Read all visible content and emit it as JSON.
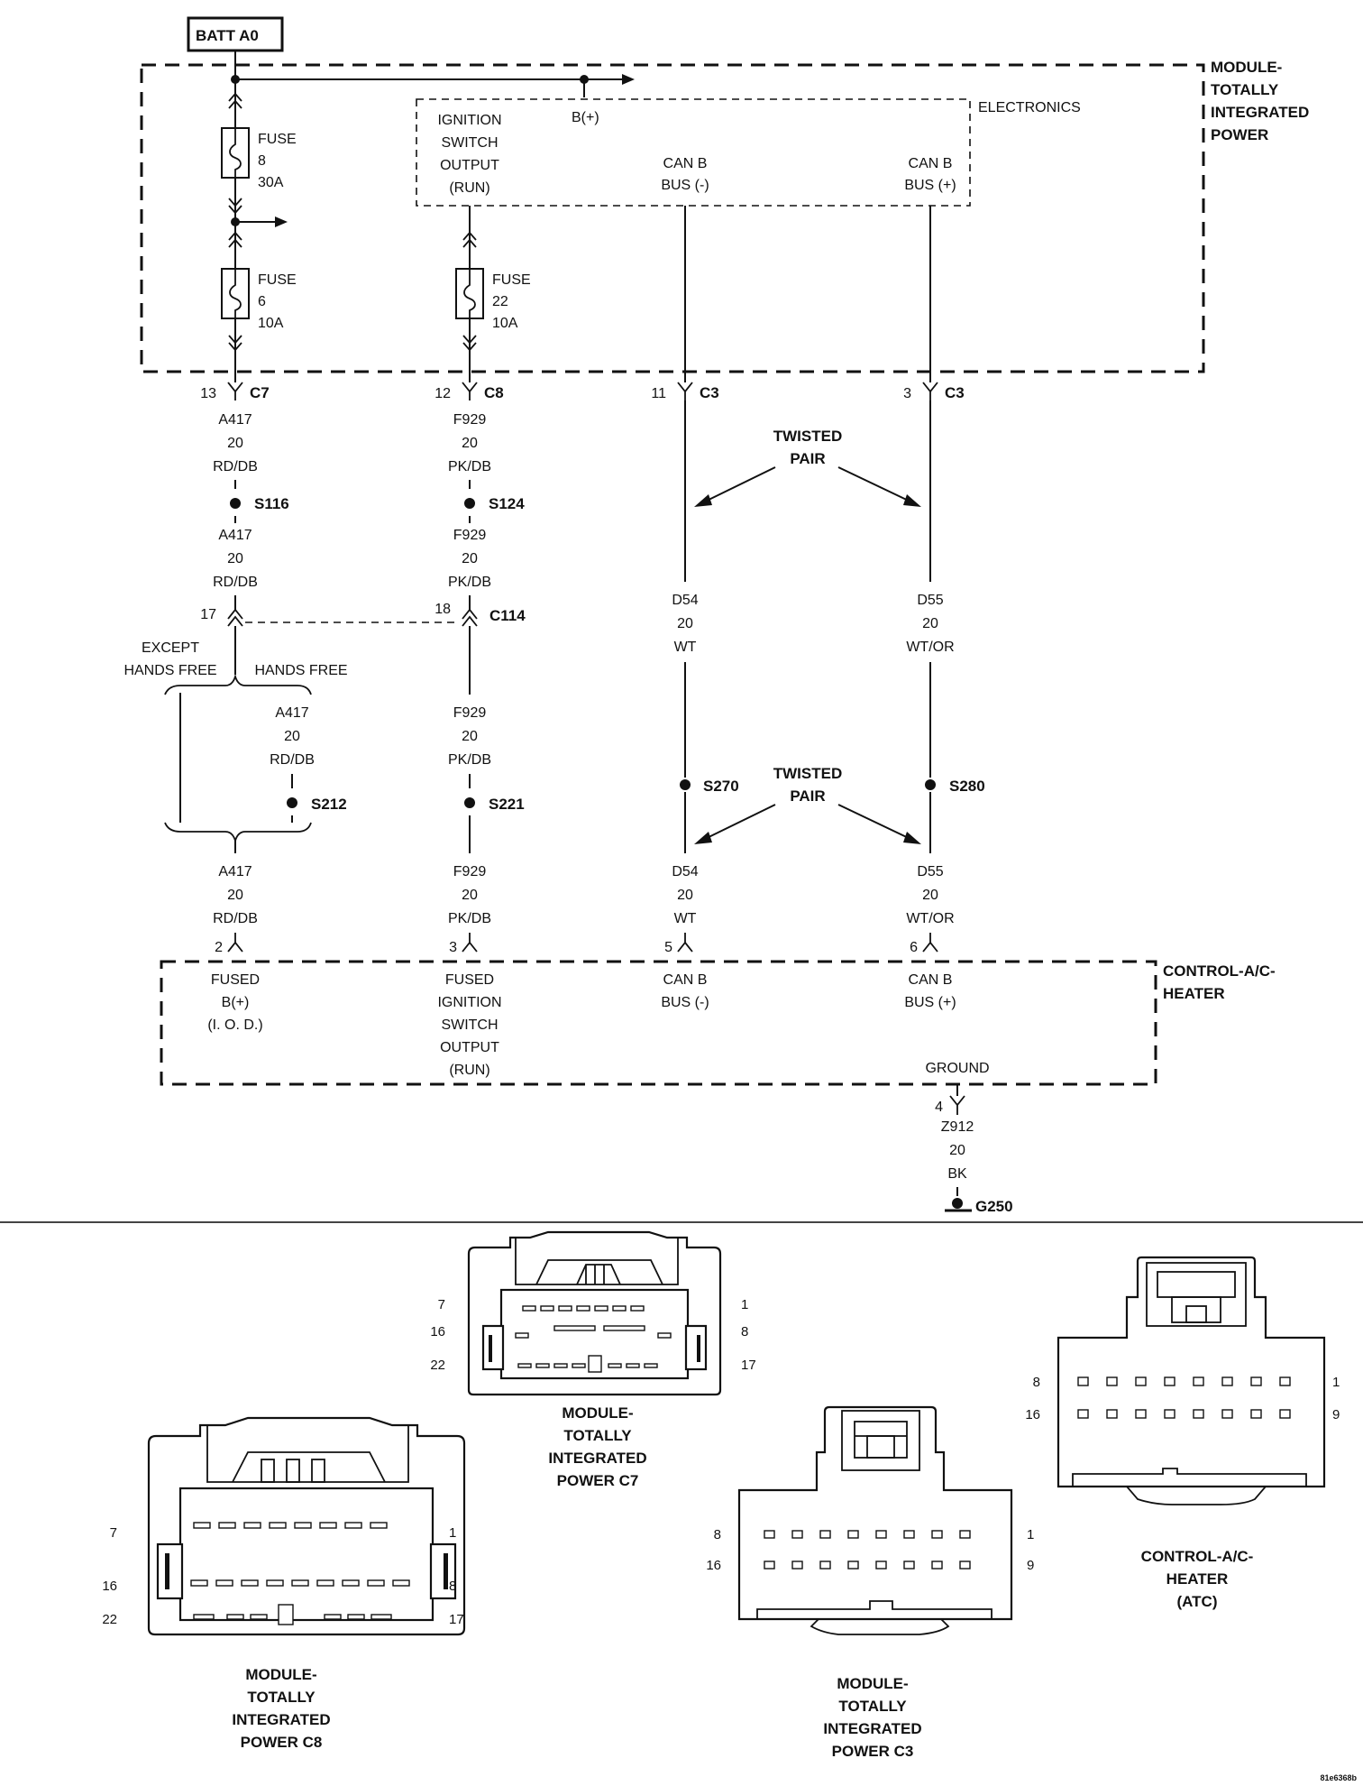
{
  "batt": "BATT A0",
  "modules": {
    "tipm": [
      "MODULE-",
      "TOTALLY",
      "INTEGRATED",
      "POWER"
    ],
    "electronics": "ELECTRONICS",
    "b_plus": "B(+)",
    "ign_out": [
      "IGNITION",
      "SWITCH",
      "OUTPUT",
      "(RUN)"
    ],
    "can_minus": [
      "CAN B",
      "BUS (-)"
    ],
    "can_plus": [
      "CAN B",
      "BUS (+)"
    ],
    "hvac": [
      "CONTROL-A/C-",
      "HEATER"
    ]
  },
  "fuses": {
    "f8": [
      "FUSE",
      "8",
      "30A"
    ],
    "f6": [
      "FUSE",
      "6",
      "10A"
    ],
    "f22": [
      "FUSE",
      "22",
      "10A"
    ]
  },
  "connectors": {
    "c7": {
      "pin": "13",
      "name": "C7"
    },
    "c8": {
      "pin": "12",
      "name": "C8"
    },
    "c3a": {
      "pin": "11",
      "name": "C3"
    },
    "c3b": {
      "pin": "3",
      "name": "C3"
    },
    "c114": {
      "pin_a": "17",
      "pin_b": "18",
      "name": "C114"
    }
  },
  "wires": {
    "a417": [
      "A417",
      "20",
      "RD/DB"
    ],
    "f929": [
      "F929",
      "20",
      "PK/DB"
    ],
    "d54": [
      "D54",
      "20",
      "WT"
    ],
    "d55": [
      "D55",
      "20",
      "WT/OR"
    ],
    "z912": [
      "Z912",
      "20",
      "BK"
    ]
  },
  "splices": {
    "s116": "S116",
    "s124": "S124",
    "s212": "S212",
    "s221": "S221",
    "s270": "S270",
    "s280": "S280"
  },
  "twisted_pair": [
    "TWISTED",
    "PAIR"
  ],
  "options": {
    "except": [
      "EXCEPT",
      "HANDS FREE"
    ],
    "hands_free": "HANDS FREE"
  },
  "hvac_pins": {
    "p2": "2",
    "p3": "3",
    "p5": "5",
    "p6": "6",
    "p4": "4",
    "fused_b": [
      "FUSED",
      "B(+)",
      "(I. O. D.)"
    ],
    "fused_ign": [
      "FUSED",
      "IGNITION",
      "SWITCH",
      "OUTPUT",
      "(RUN)"
    ],
    "can_minus": [
      "CAN B",
      "BUS (-)"
    ],
    "can_plus": [
      "CAN B",
      "BUS (+)"
    ],
    "ground": "GROUND"
  },
  "ground": "G250",
  "views": {
    "c7": {
      "caption": [
        "MODULE-",
        "TOTALLY",
        "INTEGRATED",
        "POWER C7"
      ],
      "pins": {
        "tl": "7",
        "ml": "16",
        "bl": "22",
        "tr": "1",
        "mr": "8",
        "br": "17"
      }
    },
    "c8": {
      "caption": [
        "MODULE-",
        "TOTALLY",
        "INTEGRATED",
        "POWER C8"
      ],
      "pins": {
        "tl": "7",
        "ml": "16",
        "bl": "22",
        "tr": "1",
        "mr": "8",
        "br": "17"
      }
    },
    "c3": {
      "caption": [
        "MODULE-",
        "TOTALLY",
        "INTEGRATED",
        "POWER C3"
      ],
      "pins": {
        "tl": "8",
        "bl": "16",
        "tr": "1",
        "br": "9"
      }
    },
    "atc": {
      "caption": [
        "CONTROL-A/C-",
        "HEATER",
        "(ATC)"
      ],
      "pins": {
        "tl": "8",
        "bl": "16",
        "tr": "1",
        "br": "9"
      }
    }
  },
  "figure_id": "81e6368b"
}
